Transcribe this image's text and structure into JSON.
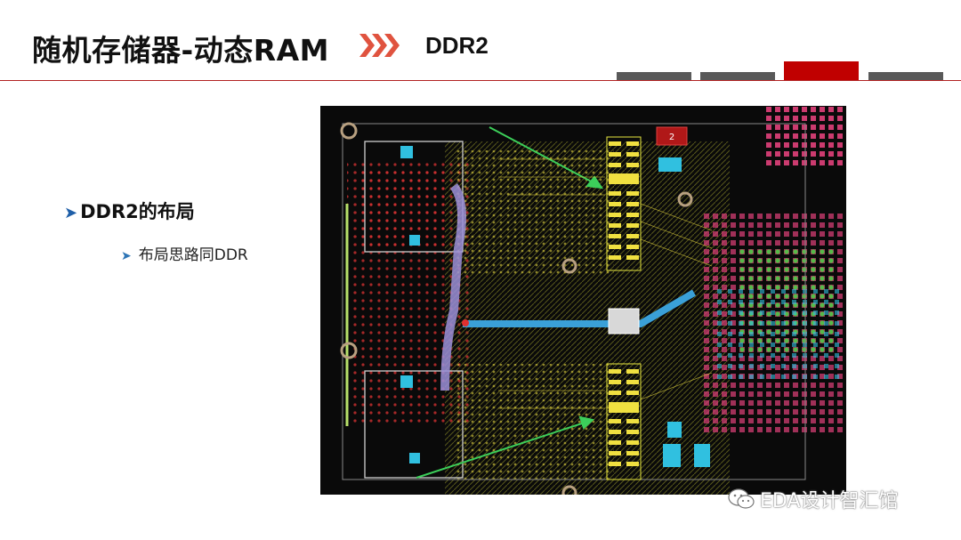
{
  "header": {
    "title": "随机存储器-动态RAM",
    "subtitle": "DDR2",
    "accent_color": "#c00000",
    "tab_color": "#595959",
    "chevron_color": "#e0533f"
  },
  "content": {
    "bullet_main": "DDR2的布局",
    "bullet_sub": "布局思路同DDR"
  },
  "image": {
    "pcb_label": "2"
  },
  "watermark": {
    "text": "EDA设计智汇馆",
    "icon": "wechat-icon"
  }
}
